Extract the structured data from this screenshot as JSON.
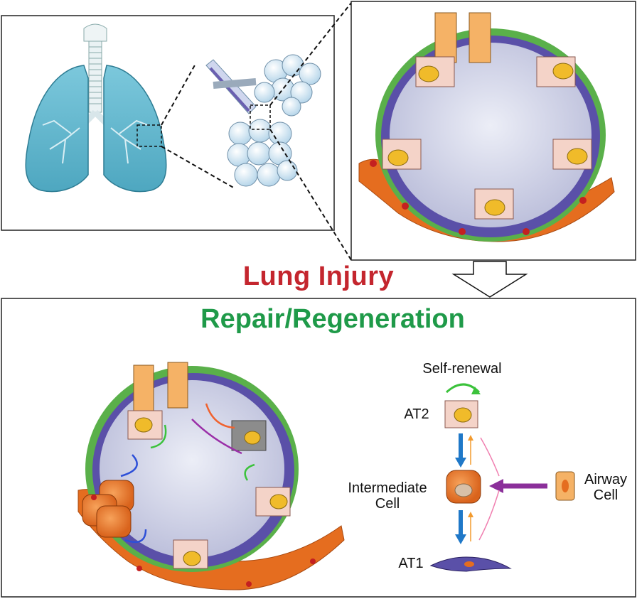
{
  "headings": {
    "injury": "Lung Injury",
    "repair": "Repair/Regeneration"
  },
  "labels": {
    "self_renewal": "Self-renewal",
    "at2": "AT2",
    "intermediate_line1": "Intermediate",
    "intermediate_line2": "Cell",
    "airway_line1": "Airway",
    "airway_line2": "Cell",
    "at1": "AT1"
  },
  "colors": {
    "injury_red": "#c4262e",
    "repair_green": "#1f9a49",
    "lung_blue": "#5fb8cf",
    "alveolus_lumen": "#c9cce3",
    "interstitium_purple": "#5a50a8",
    "basement_green": "#5ab04a",
    "capillary_orange": "#e56d1f",
    "at2_pink": "#f4d3c8",
    "airway_orange": "#f5b266",
    "arrow_blue": "#1f78c8",
    "arrow_purple": "#8b2f9a",
    "arrow_pink": "#f07fb0",
    "arrow_orange": "#f29a2e"
  }
}
